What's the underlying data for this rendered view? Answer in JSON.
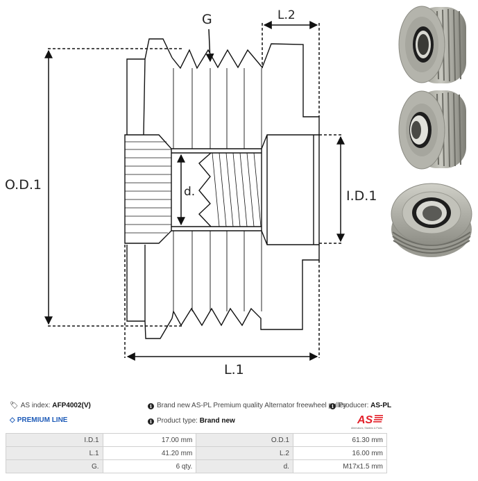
{
  "drawing": {
    "labels": {
      "g": "G",
      "l2": "L.2",
      "od1": "O.D.1",
      "d": "d.",
      "id1": "I.D.1",
      "l1": "L.1"
    }
  },
  "photos": [
    {
      "name": "pulley-photo-front-splined"
    },
    {
      "name": "pulley-photo-front-hub"
    },
    {
      "name": "pulley-photo-rear"
    }
  ],
  "info": {
    "as_index_label": "AS index:",
    "as_index_value": "AFP4002(V)",
    "premium_line": "PREMIUM LINE",
    "description": "Brand new AS-PL Premium quality Alternator freewheel pulley",
    "product_type_label": "Product type:",
    "product_type_value": "Brand new",
    "producer_label": "Producer:",
    "producer_value": "AS-PL",
    "logo_text": "AS",
    "logo_tagline": "Alternators, Starters & Parts"
  },
  "specs": [
    {
      "k1": "I.D.1",
      "v1": "17.00 mm",
      "k2": "O.D.1",
      "v2": "61.30 mm"
    },
    {
      "k1": "L.1",
      "v1": "41.20 mm",
      "k2": "L.2",
      "v2": "16.00 mm"
    },
    {
      "k1": "G.",
      "v1": "6 qty.",
      "k2": "d.",
      "v2": "M17x1.5 mm"
    }
  ],
  "colors": {
    "premium": "#1e5bb8",
    "logo_red": "#e3202a"
  }
}
